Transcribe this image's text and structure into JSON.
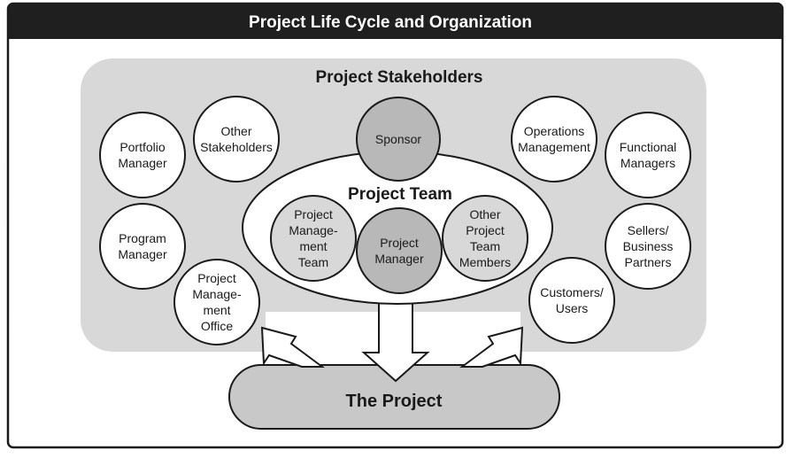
{
  "diagram": {
    "title": "Project Life Cycle and Organization",
    "stakeholders_label": "Project Stakeholders",
    "team_label": "Project Team",
    "project_label": "The Project",
    "nodes": {
      "portfolio_manager": [
        "Portfolio",
        "Manager"
      ],
      "other_stakeholders": [
        "Other",
        "Stakeholders"
      ],
      "sponsor": [
        "Sponsor"
      ],
      "operations_management": [
        "Operations",
        "Management"
      ],
      "functional_managers": [
        "Functional",
        "Managers"
      ],
      "program_manager": [
        "Program",
        "Manager"
      ],
      "pmo": [
        "Project",
        "Manage-",
        "ment",
        "Office"
      ],
      "pm_team": [
        "Project",
        "Manage-",
        "ment",
        "Team"
      ],
      "project_manager": [
        "Project",
        "Manager"
      ],
      "other_team_members": [
        "Other",
        "Project",
        "Team",
        "Members"
      ],
      "sellers_partners": [
        "Sellers/",
        "Business",
        "Partners"
      ],
      "customers_users": [
        "Customers/",
        "Users"
      ]
    },
    "colors": {
      "title_bar": "#1f1f1f",
      "stakeholder_area": "#d8d8d8",
      "project_fill": "#c8c8c8",
      "highlight_circle": "#b8b8b8",
      "outline": "#1a1a1a"
    }
  }
}
